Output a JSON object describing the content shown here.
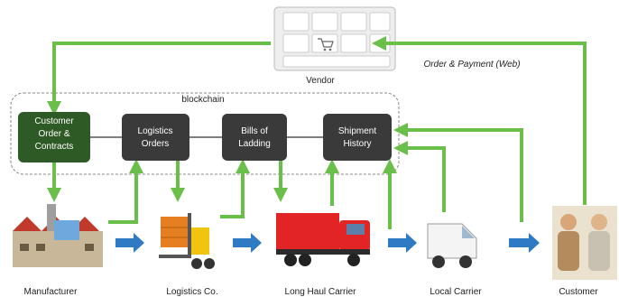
{
  "vendor": {
    "label": "Vendor"
  },
  "order_payment": {
    "label": "Order & Payment (Web)"
  },
  "blockchain": {
    "label": "blockchain"
  },
  "nodes": [
    {
      "lines": [
        "Customer",
        "Order &",
        "Contracts"
      ],
      "fill": "#2e5a25"
    },
    {
      "lines": [
        "Logistics",
        "Orders"
      ],
      "fill": "#3a3a3a"
    },
    {
      "lines": [
        "Bills of",
        "Ladding"
      ],
      "fill": "#3a3a3a"
    },
    {
      "lines": [
        "Shipment",
        "History"
      ],
      "fill": "#3a3a3a"
    }
  ],
  "actors": [
    {
      "label": "Manufacturer",
      "icon": "factory-icon"
    },
    {
      "label": "Logistics Co.",
      "icon": "forklift-icon"
    },
    {
      "label": "Long Haul Carrier",
      "icon": "truck-icon"
    },
    {
      "label": "Local Carrier",
      "icon": "van-icon"
    },
    {
      "label": "Customer",
      "icon": "people-icon"
    }
  ],
  "colors": {
    "green_arrow": "#6abf4b",
    "blue_arrow": "#2e7bc4",
    "dark_node": "#3a3a3a",
    "green_node": "#2e5a25"
  }
}
